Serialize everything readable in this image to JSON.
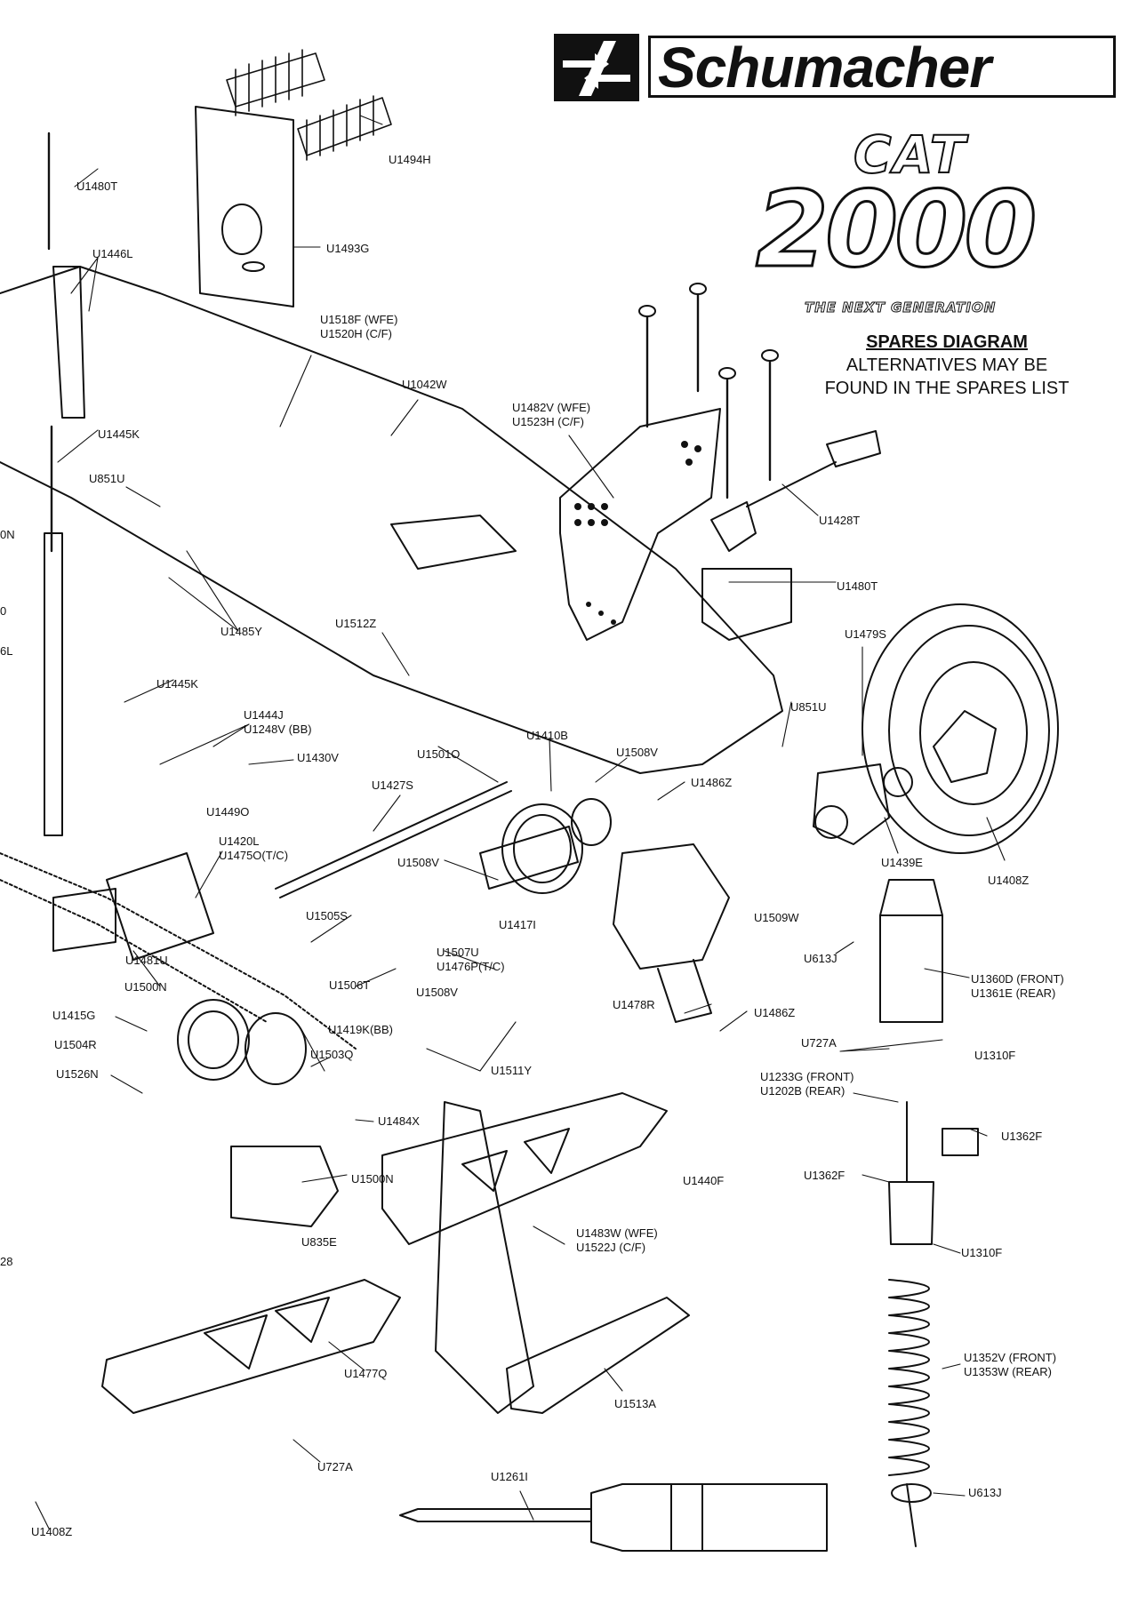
{
  "brand": {
    "name": "Schumacher",
    "model_top": "CAT",
    "model_main": "2000",
    "tagline": "THE NEXT GENERATION"
  },
  "heading": {
    "title": "SPARES DIAGRAM",
    "line1": "ALTERNATIVES MAY BE",
    "line2": "FOUND IN THE SPARES LIST"
  },
  "parts": [
    {
      "id": "p01",
      "line1": "U1480T"
    },
    {
      "id": "p02",
      "line1": "U1494H"
    },
    {
      "id": "p03",
      "line1": "U1446L"
    },
    {
      "id": "p04",
      "line1": "U1493G"
    },
    {
      "id": "p05",
      "line1": "U1518F (WFE)",
      "line2": "U1520H (C/F)"
    },
    {
      "id": "p06",
      "line1": "U1042W"
    },
    {
      "id": "p07",
      "line1": "U1445K"
    },
    {
      "id": "p08",
      "line1": "U1482V (WFE)",
      "line2": "U1523H (C/F)"
    },
    {
      "id": "p09",
      "line1": "U851U"
    },
    {
      "id": "p10",
      "line1": "U1428T"
    },
    {
      "id": "p11",
      "line1": "U1480T"
    },
    {
      "id": "p12",
      "line1": "U1485Y"
    },
    {
      "id": "p13",
      "line1": "U1512Z"
    },
    {
      "id": "p14",
      "line1": "U1479S"
    },
    {
      "id": "p15",
      "line1": "U1445K"
    },
    {
      "id": "p16",
      "line1": "U851U"
    },
    {
      "id": "p17",
      "line1": "U1444J",
      "line2": "U1248V (BB)"
    },
    {
      "id": "p18",
      "line1": "U1430V"
    },
    {
      "id": "p19",
      "line1": "U1501O"
    },
    {
      "id": "p20",
      "line1": "U1410B"
    },
    {
      "id": "p21",
      "line1": "U1508V"
    },
    {
      "id": "p22",
      "line1": "U1427S"
    },
    {
      "id": "p23",
      "line1": "U1486Z"
    },
    {
      "id": "p24",
      "line1": "U1449O"
    },
    {
      "id": "p25",
      "line1": "U1420L",
      "line2": "U1475O(T/C)"
    },
    {
      "id": "p26",
      "line1": "U1508V"
    },
    {
      "id": "p27",
      "line1": "U1439E"
    },
    {
      "id": "p28",
      "line1": "U1408Z"
    },
    {
      "id": "p29",
      "line1": "U1417I"
    },
    {
      "id": "p30",
      "line1": "U1509W"
    },
    {
      "id": "p31",
      "line1": "U1505S"
    },
    {
      "id": "p32",
      "line1": "U1507U",
      "line2": "U1476P(T/C)"
    },
    {
      "id": "p33",
      "line1": "U1481U"
    },
    {
      "id": "p34",
      "line1": "U613J"
    },
    {
      "id": "p35",
      "line1": "U1500N"
    },
    {
      "id": "p36",
      "line1": "U1506T"
    },
    {
      "id": "p37",
      "line1": "U1508V"
    },
    {
      "id": "p38",
      "line1": "U1360D (FRONT)",
      "line2": "U1361E (REAR)"
    },
    {
      "id": "p39",
      "line1": "U1415G"
    },
    {
      "id": "p40",
      "line1": "U1419K(BB)"
    },
    {
      "id": "p41",
      "line1": "U1478R"
    },
    {
      "id": "p42",
      "line1": "U1486Z"
    },
    {
      "id": "p43",
      "line1": "U1504R"
    },
    {
      "id": "p44",
      "line1": "U1503Q"
    },
    {
      "id": "p45",
      "line1": "U727A"
    },
    {
      "id": "p46",
      "line1": "U1310F"
    },
    {
      "id": "p47",
      "line1": "U1526N"
    },
    {
      "id": "p48",
      "line1": "U1511Y"
    },
    {
      "id": "p49",
      "line1": "U1233G (FRONT)",
      "line2": "U1202B (REAR)"
    },
    {
      "id": "p50",
      "line1": "U1484X"
    },
    {
      "id": "p51",
      "line1": "U1362F"
    },
    {
      "id": "p52",
      "line1": "U1500N"
    },
    {
      "id": "p53",
      "line1": "U1440F"
    },
    {
      "id": "p54",
      "line1": "U1362F"
    },
    {
      "id": "p55",
      "line1": "U835E"
    },
    {
      "id": "p56",
      "line1": "U1483W (WFE)",
      "line2": "U1522J (C/F)"
    },
    {
      "id": "p57",
      "line1": "U1310F"
    },
    {
      "id": "p58",
      "line1": "U1352V (FRONT)",
      "line2": "U1353W (REAR)"
    },
    {
      "id": "p59",
      "line1": "U1477Q"
    },
    {
      "id": "p60",
      "line1": "U1513A"
    },
    {
      "id": "p61",
      "line1": "U727A"
    },
    {
      "id": "p62",
      "line1": "U1261I"
    },
    {
      "id": "p63",
      "line1": "U613J"
    },
    {
      "id": "p64",
      "line1": "U1408Z"
    },
    {
      "id": "p65",
      "line1": "0N"
    },
    {
      "id": "p66",
      "line1": "0"
    },
    {
      "id": "p67",
      "line1": "6L"
    },
    {
      "id": "p68",
      "line1": "28"
    }
  ]
}
